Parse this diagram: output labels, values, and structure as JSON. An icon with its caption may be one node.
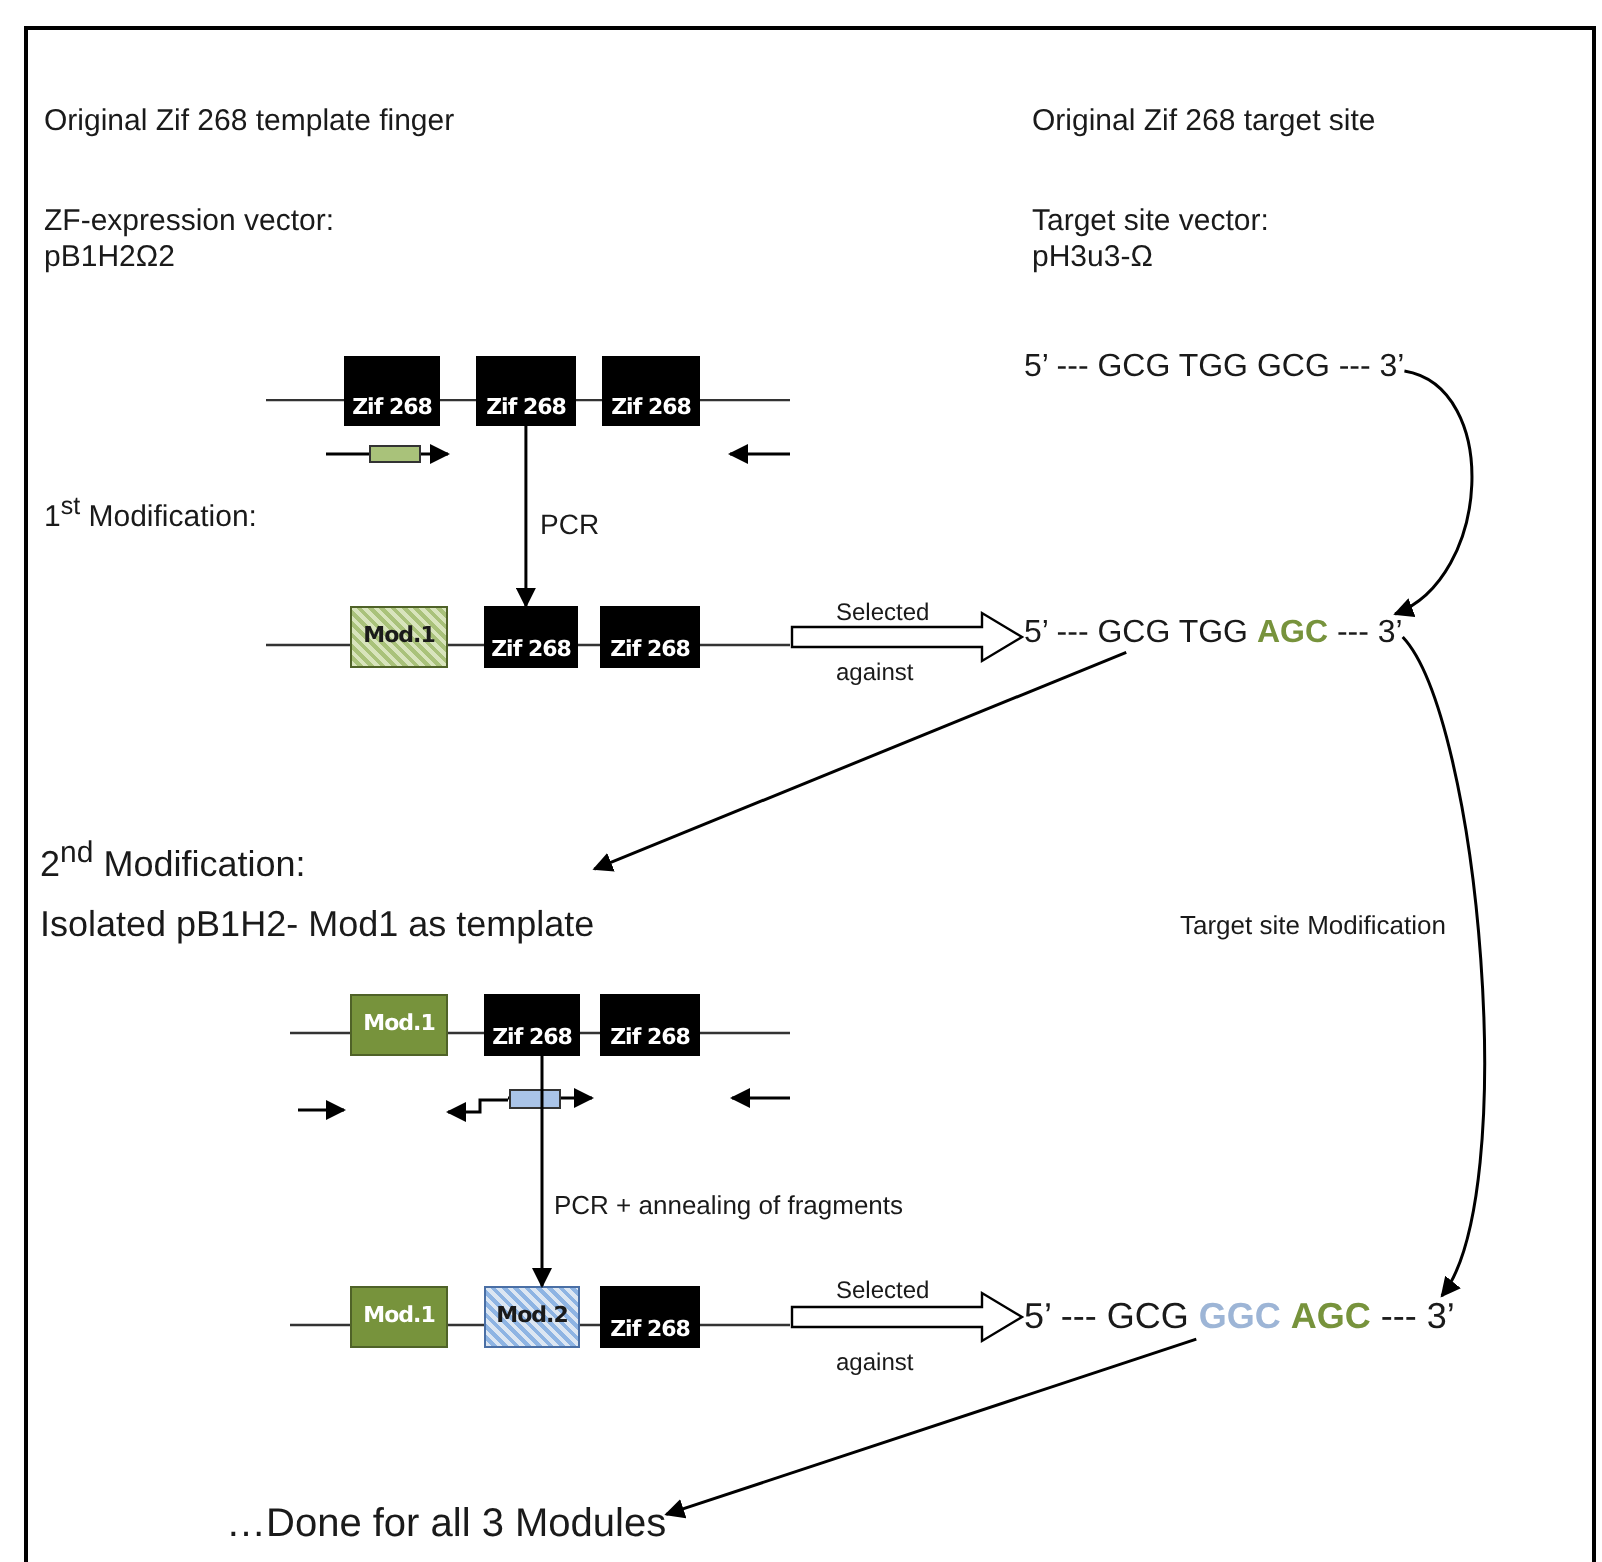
{
  "diagram": {
    "nodes": [
      {
        "text": [],
        "shape": "line"
      },
      {
        "text": [
          "Zif 268"
        ],
        "in": 0
      },
      {
        "text": [
          "Zif 268"
        ],
        "in": 0
      },
      {
        "text": [
          "Zif 268"
        ],
        "in": 0
      },
      {
        "text": [],
        "shape": "line"
      },
      {
        "text": [
          "Mod.1"
        ],
        "in": 4
      },
      {
        "text": [
          "Zif 268"
        ],
        "in": 4
      },
      {
        "text": [
          "Zif 268"
        ],
        "in": 4
      },
      {
        "text": [
          "5’ --- GCG TGG GCG --- 3’"
        ]
      },
      {
        "text": [
          "5’ --- GCG TGG **AGC** --- 3’"
        ]
      },
      {
        "text": [
          "2$^{nd}$ Modification:",
          "Isolated pB1H2- Mod1 as template"
        ]
      },
      {
        "text": [],
        "shape": "line"
      },
      {
        "text": [
          "Mod.1"
        ],
        "in": 11
      },
      {
        "text": [
          "Zif 268"
        ],
        "in": 11
      },
      {
        "text": [
          "Zif 268"
        ],
        "in": 11
      },
      {
        "text": [],
        "shape": "line"
      },
      {
        "text": [
          "Mod.1"
        ],
        "in": 15
      },
      {
        "text": [
          "Mod.2"
        ],
        "in": 15
      },
      {
        "text": [
          "Zif 268"
        ],
        "in": 15
      },
      {
        "text": [
          "5’ --- GCG **GGC** **AGC** --- 3’"
        ]
      },
      {
        "text": [
          "…Done for all 3 Modules"
        ]
      }
    ],
    "edges": [
      {
        "from": 0,
        "to": 4,
        "arrow": "to",
        "label": "PCR"
      },
      {
        "from": 4,
        "to": 9,
        "arrow": "to"
      },
      {
        "from": 8,
        "to": 9,
        "arrow": "to"
      },
      {
        "from": 9,
        "to": 10,
        "arrow": "to"
      },
      {
        "from": 9,
        "to": 19,
        "arrow": "to",
        "label": "Target site Modification"
      },
      {
        "from": 11,
        "to": 15,
        "arrow": "to",
        "label": "PCR + annealing of fragments"
      },
      {
        "from": 15,
        "to": 19,
        "arrow": "to"
      },
      {
        "from": 19,
        "to": 20,
        "arrow": "to"
      }
    ],
    "labels": [
      "Original Zif 268 template finger",
      "Original Zif 268 target site",
      "ZF-expression vector: pB1H2Ω2",
      "Target site vector: pH3u3-Ω",
      "1$^{st}$ Modification:",
      "Selected",
      "against",
      "Selected",
      "against"
    ]
  }
}
